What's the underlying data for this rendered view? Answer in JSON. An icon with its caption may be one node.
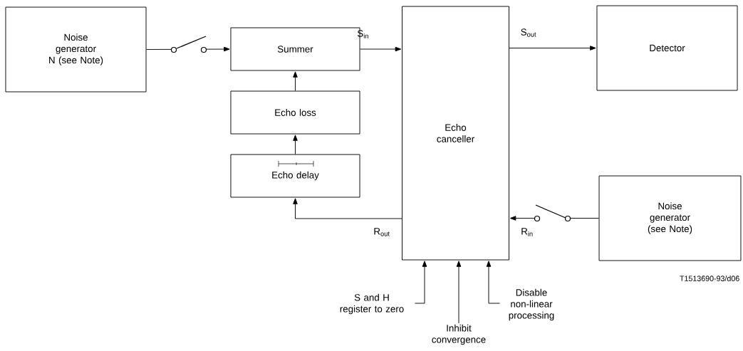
{
  "diagram": {
    "nodes": [
      {
        "text": [
          "Noise generator N (see Note)"
        ]
      },
      {
        "text": [
          "Summer"
        ]
      },
      {
        "text": [
          "Echo loss"
        ]
      },
      {
        "text": [
          "Echo delay"
        ]
      },
      {
        "text": [
          "Echo canceller"
        ]
      },
      {
        "text": [
          "Detector"
        ]
      },
      {
        "text": [
          "Noise generator (see Note)"
        ]
      },
      {
        "text": [
          "S and H register to zero"
        ]
      },
      {
        "text": [
          "Inhibit convergence"
        ]
      },
      {
        "text": [
          "Disable non-linear processing"
        ]
      }
    ],
    "edges": [
      {
        "from": 0,
        "to": 1,
        "arrow": "to"
      },
      {
        "from": 1,
        "to": 4,
        "arrow": "to",
        "label": "S$_{in}$"
      },
      {
        "from": 2,
        "to": 1,
        "arrow": "to"
      },
      {
        "from": 3,
        "to": 2,
        "arrow": "to"
      },
      {
        "from": 4,
        "to": 3,
        "arrow": "to",
        "label": "R$_{out}$"
      },
      {
        "from": 4,
        "to": 5,
        "arrow": "to",
        "label": "S$_{out}$"
      },
      {
        "from": 6,
        "to": 4,
        "arrow": "to",
        "label": "R$_{in}$"
      },
      {
        "from": 7,
        "to": 4,
        "arrow": "to"
      },
      {
        "from": 8,
        "to": 4,
        "arrow": "to"
      },
      {
        "from": 9,
        "to": 4,
        "arrow": "to"
      }
    ],
    "labels": [
      "T1513690-93/d06"
    ]
  }
}
